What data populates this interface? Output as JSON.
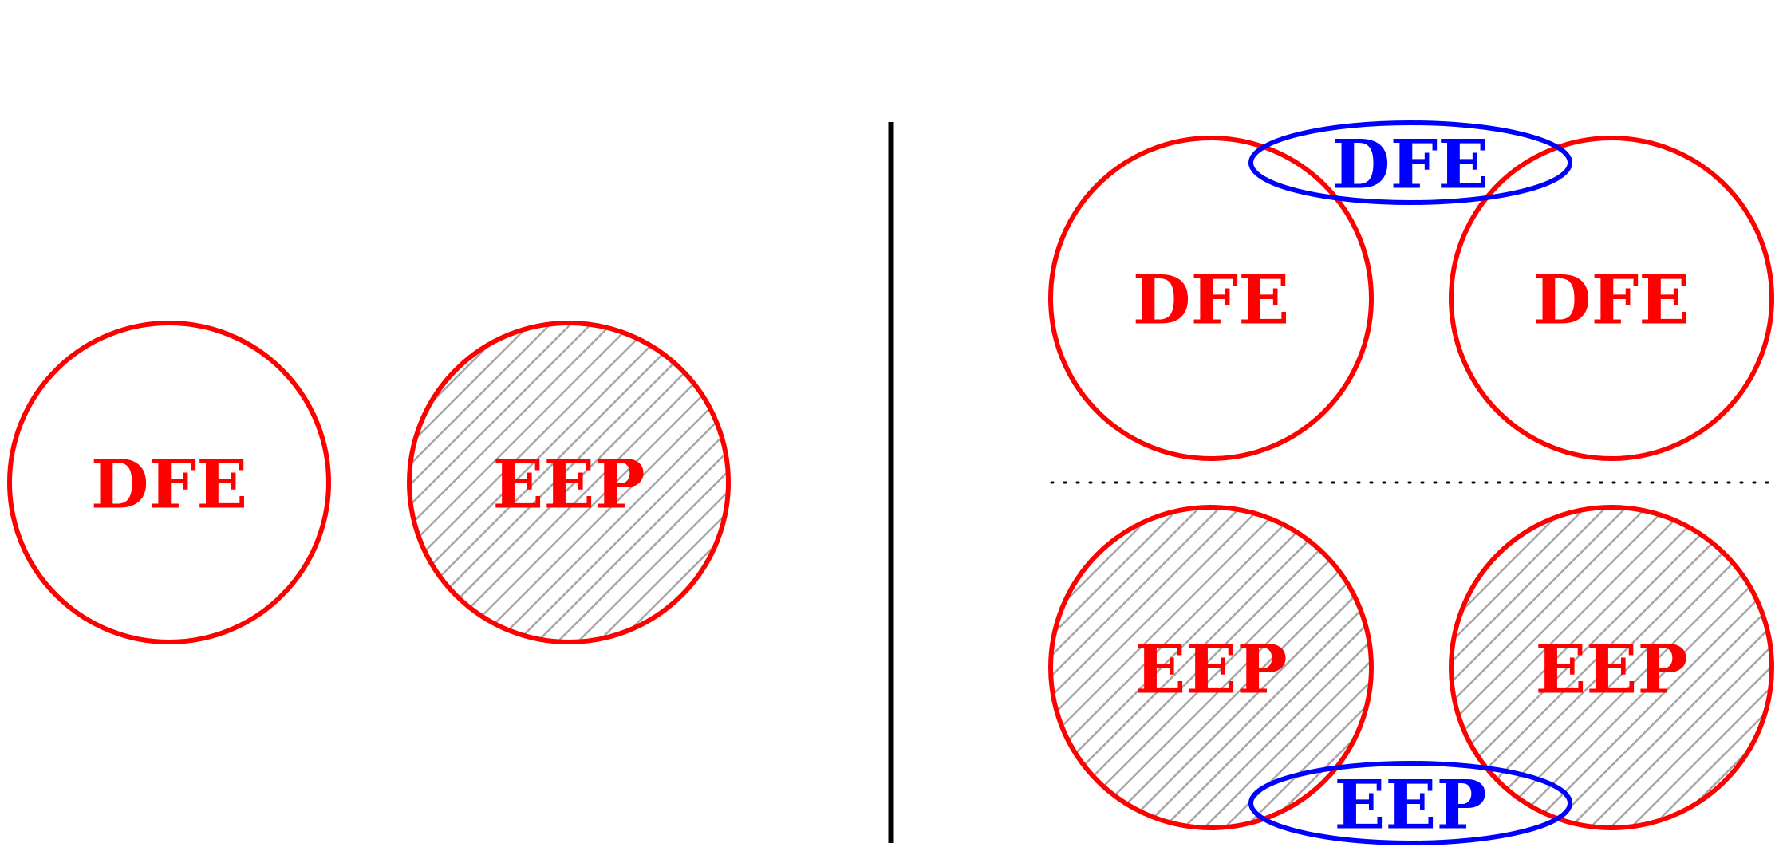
{
  "colors": {
    "circle_stroke": "#ff0000",
    "ellipse_stroke": "#0000ff",
    "hatch": "#a6a6a6",
    "divider": "#000000",
    "dotted_line": "#000000"
  },
  "left_panel": {
    "circle_a": {
      "label": "DFE",
      "hatched": false
    },
    "circle_b": {
      "label": "EEP",
      "hatched": true
    }
  },
  "right_panel": {
    "top_left": {
      "label": "DFE",
      "hatched": false
    },
    "top_right": {
      "label": "DFE",
      "hatched": false
    },
    "top_ellipse": {
      "label": "DFE"
    },
    "bottom_left": {
      "label": "EEP",
      "hatched": true
    },
    "bottom_right": {
      "label": "EEP",
      "hatched": true
    },
    "bottom_ellipse": {
      "label": "EEP"
    }
  }
}
